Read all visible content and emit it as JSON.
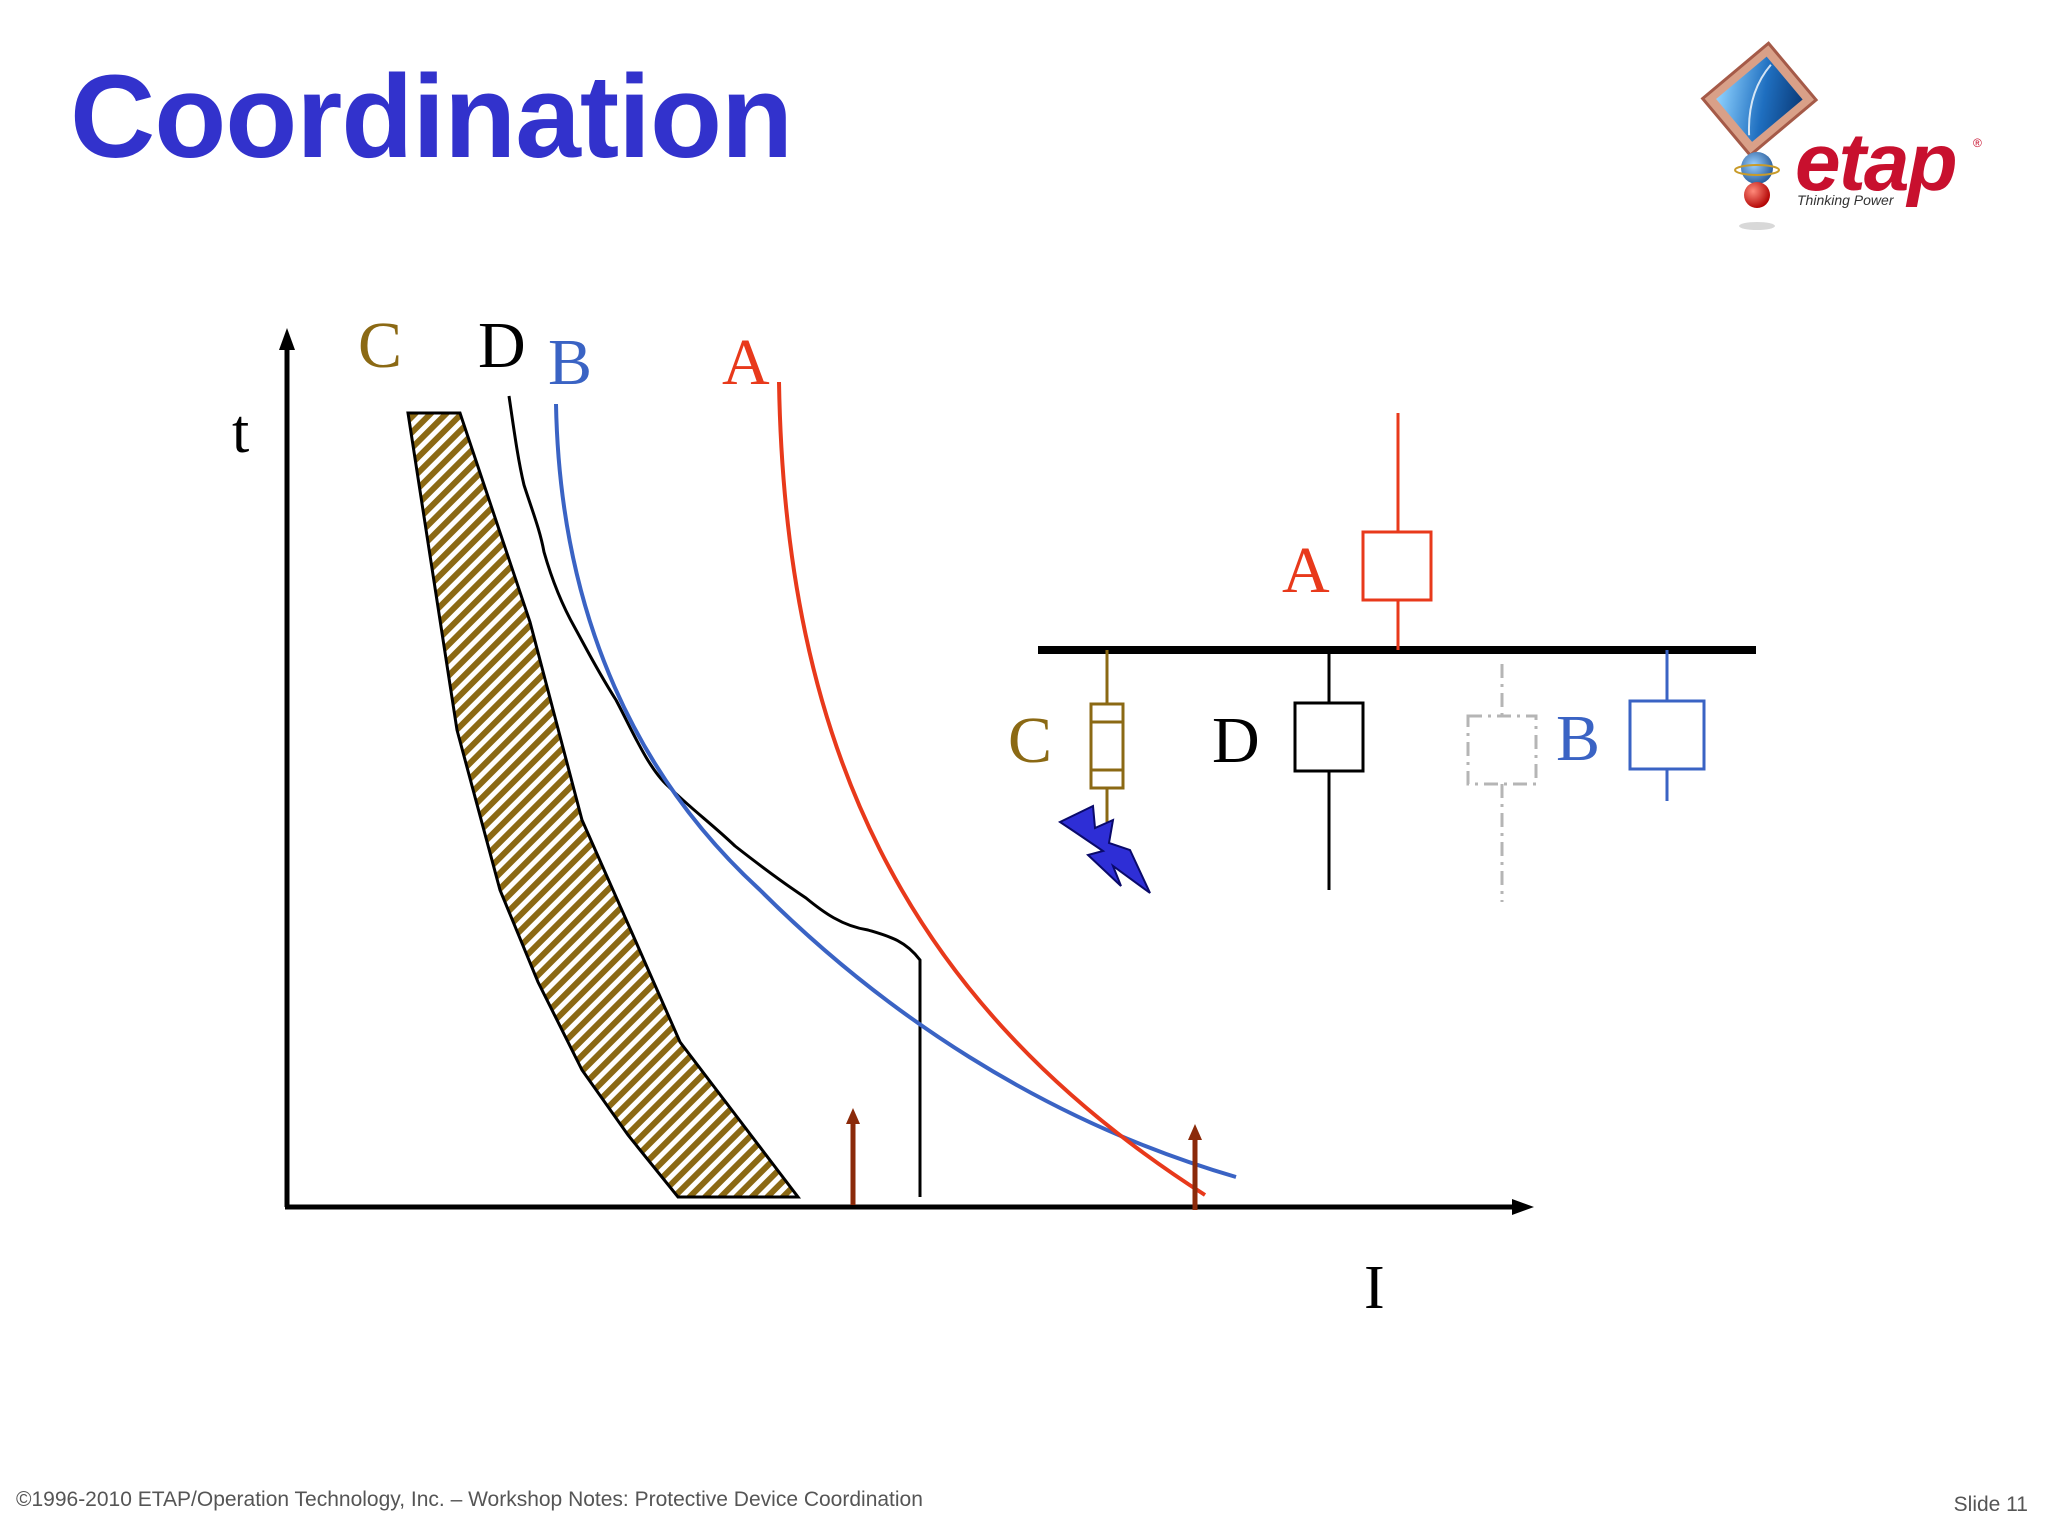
{
  "title": "Coordination",
  "logo": {
    "word": "etap",
    "tagline": "Thinking Power",
    "registered": "®"
  },
  "tcc_plot": {
    "y_axis_label": "t",
    "x_axis_label": "I",
    "curve_labels": {
      "C": "C",
      "D": "D",
      "B": "B",
      "A": "A"
    }
  },
  "one_line": {
    "label_A": "A",
    "label_C": "C",
    "label_D": "D",
    "label_B": "B"
  },
  "colors": {
    "title": "#3232cc",
    "curve_A": "#e8391b",
    "curve_B": "#3a63c4",
    "curve_C": "#8b6914",
    "curve_D": "#000000",
    "arrow": "#8b2a0a",
    "fault": "#2e2ed6",
    "dashed_device": "#b5b5b5"
  },
  "footer": {
    "copyright": "©1996-2010 ETAP/Operation Technology, Inc. – Workshop Notes: Protective Device Coordination",
    "slide": "Slide 11"
  }
}
